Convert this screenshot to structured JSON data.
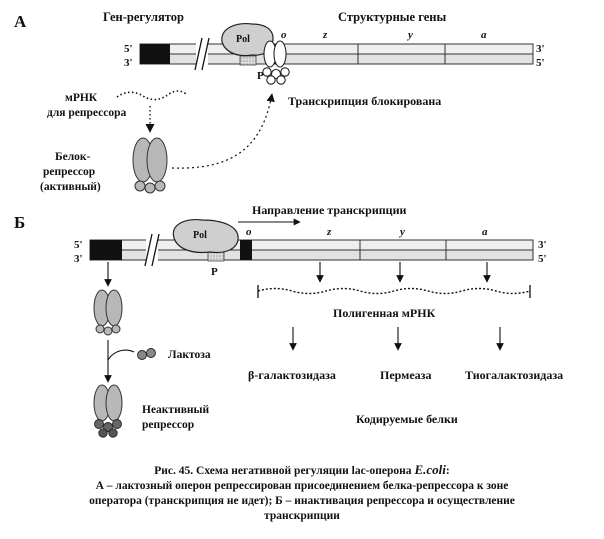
{
  "panelA": {
    "letter": "А",
    "regulator_gene": "Ген-регулятор",
    "structural_genes": "Структурные  гены",
    "pol": "Pol",
    "operator": "o",
    "promoter": "P",
    "gene_z": "z",
    "gene_y": "y",
    "gene_a": "a",
    "end5": "5'",
    "end3": "3'",
    "mrna_line1": "мРНК",
    "mrna_line2": "для репрессора",
    "protein_line1": "Белок-",
    "protein_line2": "репрессор",
    "protein_line3": "(активный)",
    "blocked": "Транскрипция  блокирована"
  },
  "panelB": {
    "letter": "Б",
    "direction": "Направление  транскрипции",
    "pol": "Pol",
    "operator": "o",
    "promoter": "P",
    "gene_z": "z",
    "gene_y": "y",
    "gene_a": "a",
    "end5": "5'",
    "end3": "3'",
    "lactose": "Лактоза",
    "inactive_line1": "Неактивный",
    "inactive_line2": "репрессор",
    "polygenic": "Полигенная  мРНК",
    "protein1": "β-галактозидаза",
    "protein2": "Пермеаза",
    "protein3": "Тиогалактозидаза",
    "encoded": "Кодируемые  белки"
  },
  "caption": {
    "title": "Рис. 45. Схема негативной  регуляции  lac-оперона",
    "species": "E.coli",
    "colon": ":",
    "line2": "А – лактозный  оперон  репрессирован  присоединением  белка-репрессора  к зоне",
    "line3": "оператора  (транскрипция  не идет); Б – инактивация  репрессора и осуществление",
    "line4": "транскрипции"
  }
}
